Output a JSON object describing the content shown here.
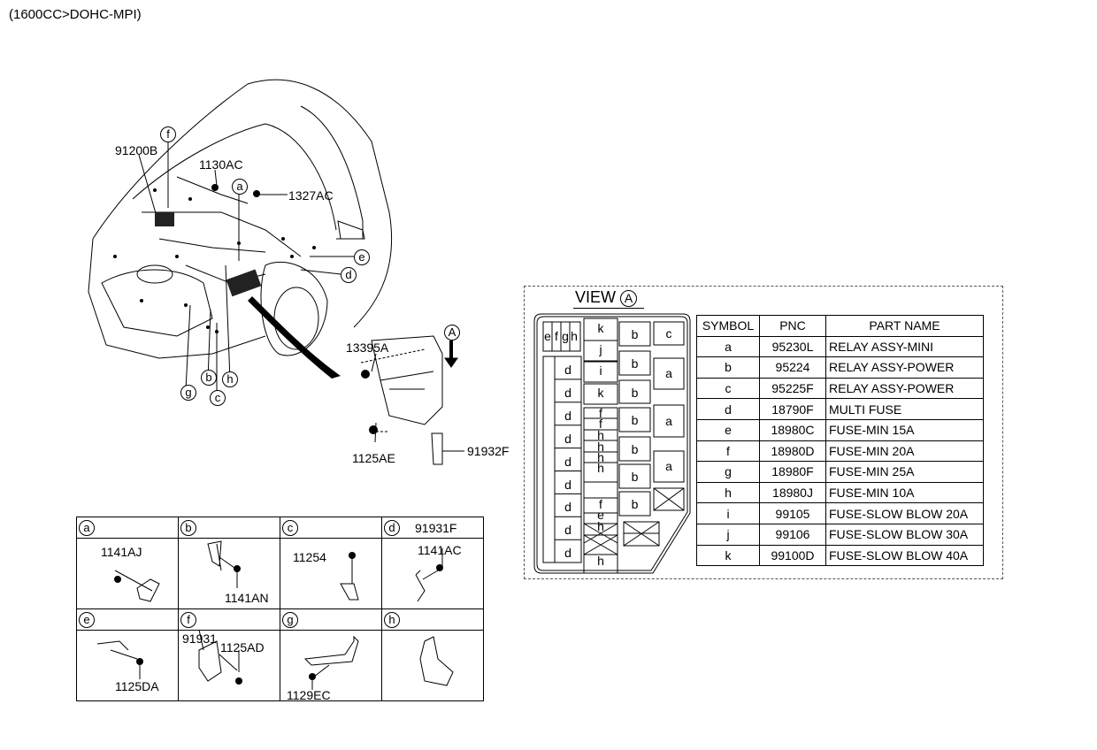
{
  "header": {
    "title": "(1600CC>DOHC-MPI)"
  },
  "main_labels": {
    "p91200B": "91200B",
    "p1130AC": "1130AC",
    "p1327AC": "1327AC",
    "p13395A": "13395A",
    "p1125AE": "1125AE",
    "p91932F": "91932F",
    "callouts": [
      "f",
      "a",
      "e",
      "d",
      "g",
      "b",
      "h",
      "c"
    ],
    "view_marker": "A"
  },
  "view": {
    "title": "VIEW",
    "marker": "A",
    "fusebox": {
      "top_left": [
        "e",
        "f",
        "g",
        "h"
      ],
      "d_column": [
        "d",
        "d",
        "d",
        "d",
        "d",
        "d",
        "d",
        "d",
        "d"
      ],
      "mid_blocks": [
        "k",
        "j",
        "i",
        "k"
      ],
      "mid_strip": [
        "f",
        "f",
        "h",
        "h",
        "h",
        "h",
        "f",
        "e",
        "h",
        "h"
      ],
      "b_column": [
        "b",
        "b",
        "b",
        "b",
        "b",
        "b",
        "b"
      ],
      "right_column": [
        "c",
        "a",
        "a",
        "a"
      ]
    },
    "table": {
      "headers": [
        "SYMBOL",
        "PNC",
        "PART NAME"
      ],
      "rows": [
        [
          "a",
          "95230L",
          "RELAY ASSY-MINI"
        ],
        [
          "b",
          "95224",
          "RELAY ASSY-POWER"
        ],
        [
          "c",
          "95225F",
          "RELAY ASSY-POWER"
        ],
        [
          "d",
          "18790F",
          "MULTI FUSE"
        ],
        [
          "e",
          "18980C",
          "FUSE-MIN 15A"
        ],
        [
          "f",
          "18980D",
          "FUSE-MIN 20A"
        ],
        [
          "g",
          "18980F",
          "FUSE-MIN 25A"
        ],
        [
          "h",
          "18980J",
          "FUSE-MIN 10A"
        ],
        [
          "i",
          "99105",
          "FUSE-SLOW BLOW 20A"
        ],
        [
          "j",
          "99106",
          "FUSE-SLOW BLOW 30A"
        ],
        [
          "k",
          "99100D",
          "FUSE-SLOW BLOW 40A"
        ]
      ]
    }
  },
  "detail_grid": [
    {
      "symbol": "a",
      "parts": [
        "1141AJ"
      ]
    },
    {
      "symbol": "b",
      "parts": [
        "1141AN"
      ]
    },
    {
      "symbol": "c",
      "parts": [
        "11254"
      ]
    },
    {
      "symbol": "d",
      "parts": [
        "1141AC"
      ]
    },
    {
      "symbol": "e",
      "parts": [
        "1125DA"
      ]
    },
    {
      "symbol": "f",
      "parts": [
        "91931",
        "1125AD"
      ]
    },
    {
      "symbol": "g",
      "parts": [
        "1129EC"
      ]
    },
    {
      "symbol": "h",
      "parts": [
        "91931F"
      ]
    }
  ]
}
